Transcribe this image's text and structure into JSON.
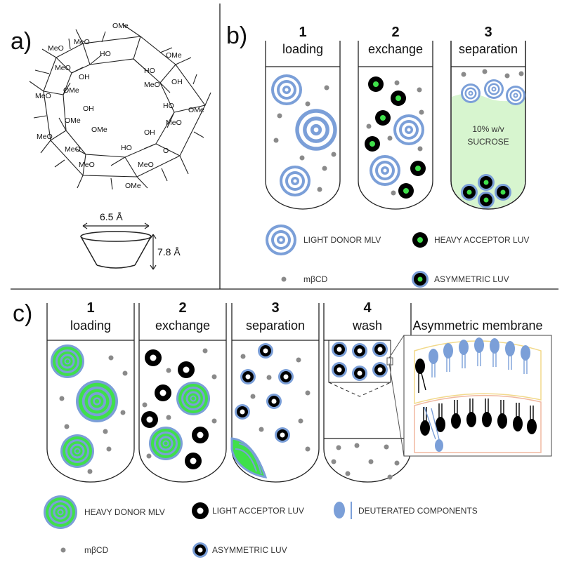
{
  "panels": {
    "a": "a)",
    "b": "b)",
    "c": "c)"
  },
  "panel_a": {
    "molecule_labels": {
      "ome": "OMe",
      "meo": "MeO",
      "ho": "HO",
      "oh": "OH",
      "o": "O"
    },
    "cone_top_width": "6.5 Å",
    "cone_height": "7.8 Å"
  },
  "panel_b": {
    "steps": [
      {
        "num": "1",
        "name": "loading"
      },
      {
        "num": "2",
        "name": "exchange"
      },
      {
        "num": "3",
        "name": "separation"
      }
    ],
    "sucrose_label_1": "10% w/v",
    "sucrose_label_2": "SUCROSE",
    "legend": {
      "light_donor": "LIGHT DONOR MLV",
      "heavy_acceptor": "HEAVY ACCEPTOR LUV",
      "mbcd": "mβCD",
      "asymmetric": "ASYMMETRIC LUV"
    }
  },
  "panel_c": {
    "steps": [
      {
        "num": "1",
        "name": "loading"
      },
      {
        "num": "2",
        "name": "exchange"
      },
      {
        "num": "3",
        "name": "separation"
      },
      {
        "num": "4",
        "name": "wash"
      }
    ],
    "inset_title": "Asymmetric membrane",
    "legend": {
      "heavy_donor": "HEAVY DONOR MLV",
      "light_acceptor": "LIGHT ACCEPTOR LUV",
      "deuterated": "DEUTERATED COMPONENTS",
      "mbcd": "mβCD",
      "asymmetric": "ASYMMETRIC LUV"
    }
  },
  "colors": {
    "blue": "#7b9fd8",
    "green": "#3fe04a",
    "light_green": "#d7f5cf",
    "gray": "#8a8a8a",
    "black": "#000000",
    "inset_top": "#f2d98a",
    "inset_bottom": "#f0b8a0"
  }
}
